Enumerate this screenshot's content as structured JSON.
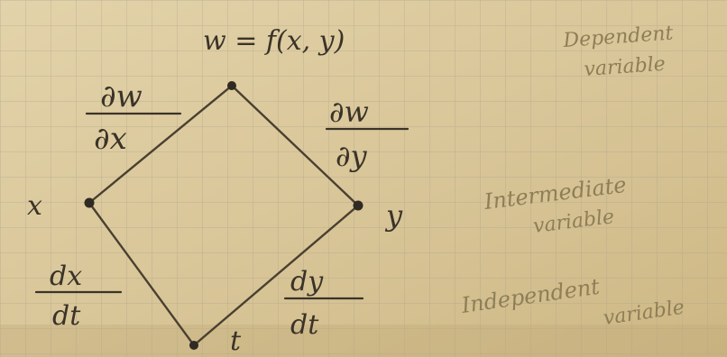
{
  "paper": {
    "base_color": "#d9c79c",
    "grid_color": "#a9a08e",
    "ink_color": "#3a3328",
    "pencil_color": "#8e7e57"
  },
  "diagram": {
    "nodes": {
      "w": "w = f(x, y)",
      "x": "x",
      "y": "y",
      "t": "t"
    },
    "edges": {
      "w_x": {
        "num": "∂w",
        "den": "∂x"
      },
      "w_y": {
        "num": "∂w",
        "den": "∂y"
      },
      "x_t": {
        "num": "dx",
        "den": "dt"
      },
      "y_t": {
        "num": "dy",
        "den": "dt"
      }
    }
  },
  "annotations": {
    "dependent": [
      "Dependent",
      "variable"
    ],
    "intermediate": [
      "Intermediate",
      "variable"
    ],
    "independent": [
      "Independent",
      "variable"
    ]
  }
}
